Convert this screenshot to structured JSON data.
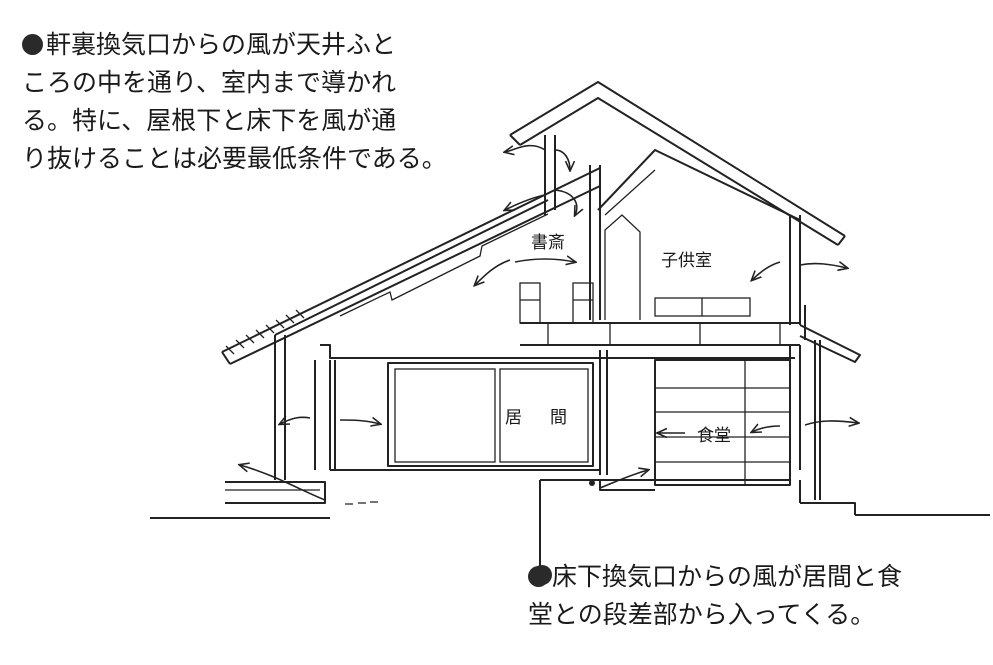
{
  "notes": {
    "top": {
      "lines": [
        "軒裏換気口からの風が天井ふと",
        "ころの中を通り、室内まで導かれ",
        "る。特に、屋根下と床下を風が通",
        "り抜けることは必要最低条件である。"
      ]
    },
    "bottom": {
      "lines": [
        "床下換気口からの風が居間と食",
        "堂との段差部から入ってくる。"
      ]
    }
  },
  "rooms": {
    "study": "書斎",
    "kids_room": "子供室",
    "living_a": "居",
    "living_b": "間",
    "dining": "食堂"
  },
  "colors": {
    "ink": "#222222",
    "background": "#ffffff"
  }
}
